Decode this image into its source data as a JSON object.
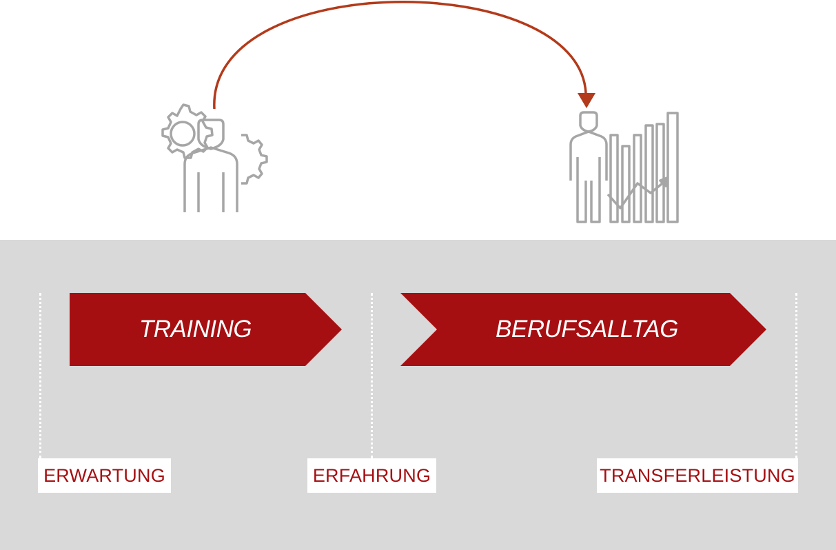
{
  "stages": [
    {
      "label": "TRAINING"
    },
    {
      "label": "BERUFSALLTAG"
    }
  ],
  "milestones": [
    {
      "label": "ERWARTUNG"
    },
    {
      "label": "ERFAHRUNG"
    },
    {
      "label": "TRANSFERLEISTUNG"
    }
  ],
  "colors": {
    "accent": "#a60f12",
    "arc": "#b33a1a",
    "band": "#d9d9d9",
    "icon": "#a6a6a6"
  },
  "icons": {
    "left": "person-with-gears-icon",
    "right": "person-with-growth-chart-icon",
    "connector": "curved-arrow-icon"
  }
}
